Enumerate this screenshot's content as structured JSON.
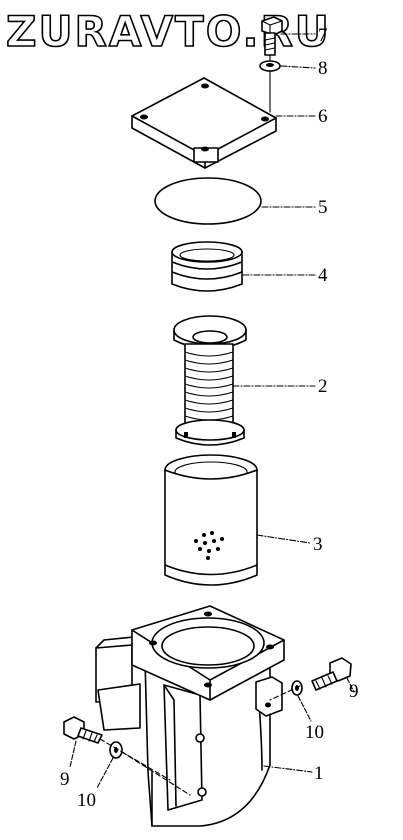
{
  "watermark": "ZURAVTO.RU",
  "callouts": {
    "c1": "1",
    "c2": "2",
    "c3": "3",
    "c4": "4",
    "c5": "5",
    "c6": "6",
    "c7": "7",
    "c8": "8",
    "c9_right": "9",
    "c9_left": "9",
    "c10_right": "10",
    "c10_left": "10"
  },
  "parts": [
    {
      "id": "1",
      "name": "filter-housing"
    },
    {
      "id": "2",
      "name": "filter-element-with-spring-core"
    },
    {
      "id": "3",
      "name": "filter-cartridge"
    },
    {
      "id": "4",
      "name": "spring"
    },
    {
      "id": "5",
      "name": "o-ring"
    },
    {
      "id": "6",
      "name": "cover"
    },
    {
      "id": "7",
      "name": "bolt"
    },
    {
      "id": "8",
      "name": "washer"
    },
    {
      "id": "9",
      "name": "bolt"
    },
    {
      "id": "10",
      "name": "washer"
    }
  ]
}
